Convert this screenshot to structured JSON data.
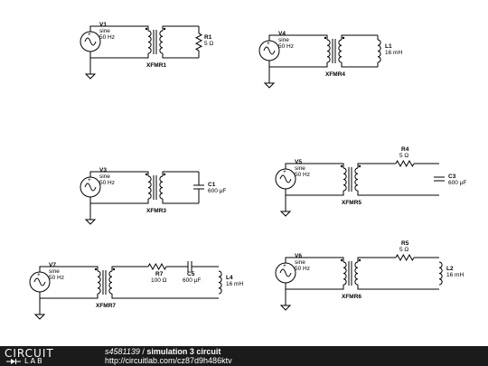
{
  "circuits": [
    {
      "source": {
        "name": "V1",
        "type": "sine",
        "freq": "50 Hz"
      },
      "transformer": "XFMR1",
      "loads": [
        {
          "name": "R1",
          "value": "5 Ω"
        }
      ]
    },
    {
      "source": {
        "name": "V4",
        "type": "sine",
        "freq": "50 Hz"
      },
      "transformer": "XFMR4",
      "loads": [
        {
          "name": "L1",
          "value": "16 mH"
        }
      ]
    },
    {
      "source": {
        "name": "V3",
        "type": "sine",
        "freq": "50 Hz"
      },
      "transformer": "XFMR3",
      "loads": [
        {
          "name": "C1",
          "value": "600 µF"
        }
      ]
    },
    {
      "source": {
        "name": "V5",
        "type": "sine",
        "freq": "50 Hz"
      },
      "transformer": "XFMR5",
      "loads": [
        {
          "name": "R4",
          "value": "5 Ω"
        },
        {
          "name": "C3",
          "value": "600 µF"
        }
      ]
    },
    {
      "source": {
        "name": "V7",
        "type": "sine",
        "freq": "50 Hz"
      },
      "transformer": "XFMR7",
      "loads": [
        {
          "name": "R7",
          "value": "100 Ω"
        },
        {
          "name": "C5",
          "value": "600 µF"
        },
        {
          "name": "L4",
          "value": "16 mH"
        }
      ]
    },
    {
      "source": {
        "name": "V6",
        "type": "sine",
        "freq": "50 Hz"
      },
      "transformer": "XFMR6",
      "loads": [
        {
          "name": "R5",
          "value": "5 Ω"
        },
        {
          "name": "L2",
          "value": "16 mH"
        }
      ]
    }
  ],
  "footer": {
    "logo_top": "CIRCUIT",
    "logo_bottom": "LAB",
    "sim_id": "s4581139",
    "separator": " / ",
    "title": "simulation 3 circuit",
    "url": "http://circuitlab.com/cz87d9h486ktv"
  },
  "colors": {
    "wire": "#000000",
    "footer_bg": "#1b1b1b",
    "footer_text": "#ffffff"
  }
}
